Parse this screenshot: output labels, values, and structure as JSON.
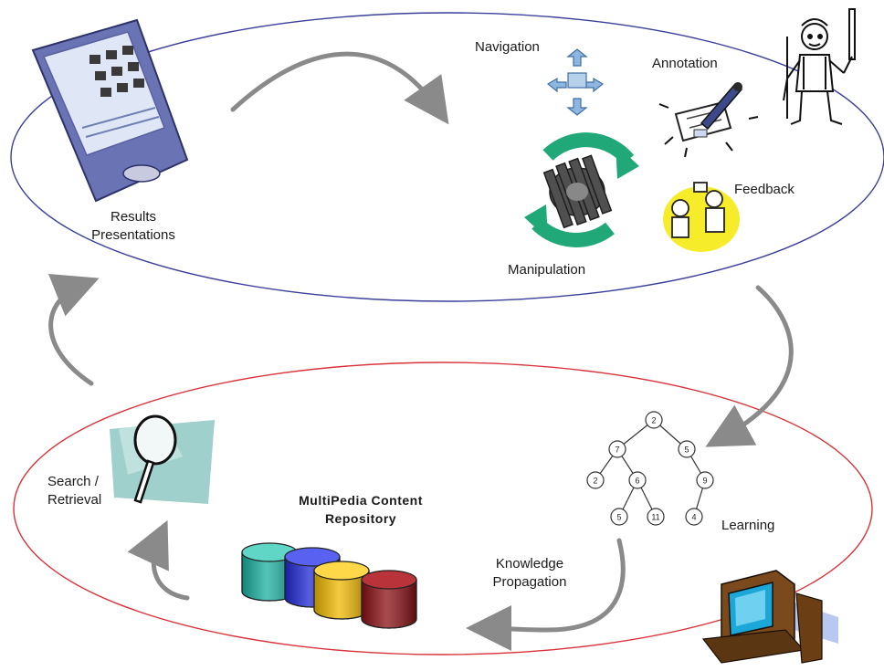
{
  "labels": {
    "results_presentations": [
      "Results",
      "Presentations"
    ],
    "navigation": "Navigation",
    "annotation": "Annotation",
    "feedback": "Feedback",
    "manipulation": "Manipulation",
    "search_retrieval": [
      "Search /",
      "Retrieval"
    ],
    "repository": [
      "MultiPedia Content",
      "Repository"
    ],
    "knowledge_propagation": [
      "Knowledge",
      "Propagation"
    ],
    "learning": "Learning"
  },
  "tree_nodes": [
    "2",
    "7",
    "5",
    "2",
    "6",
    "9",
    "5",
    "11",
    "4"
  ],
  "colors": {
    "top_ellipse": "#3b3f9a",
    "bottom_ellipse": "#d9323a",
    "arrow": "#8a8a8a",
    "db_cyan": "#1ab0a0",
    "db_blue": "#1f2ad6",
    "db_yellow": "#f0b800",
    "db_red": "#8a0f14"
  },
  "icons": [
    "pda-icon",
    "navigation-icon",
    "annotation-icon",
    "researcher-icon",
    "manipulation-gear-icon",
    "feedback-icon",
    "search-magnifier-icon",
    "database-icon",
    "tree-icon",
    "computer-icon"
  ]
}
